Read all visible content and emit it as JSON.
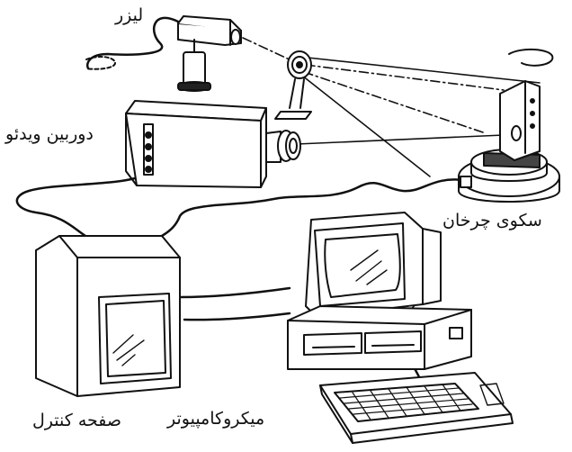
{
  "labels": {
    "laser": "لیزر",
    "video_camera": "دوربین ویدئو",
    "turntable": "سکوی چرخان",
    "control_panel": "صفحه کنترل",
    "microcomputer": "میکروکامپیوتر"
  },
  "colors": {
    "ink": "#111111",
    "paper": "#ffffff"
  }
}
